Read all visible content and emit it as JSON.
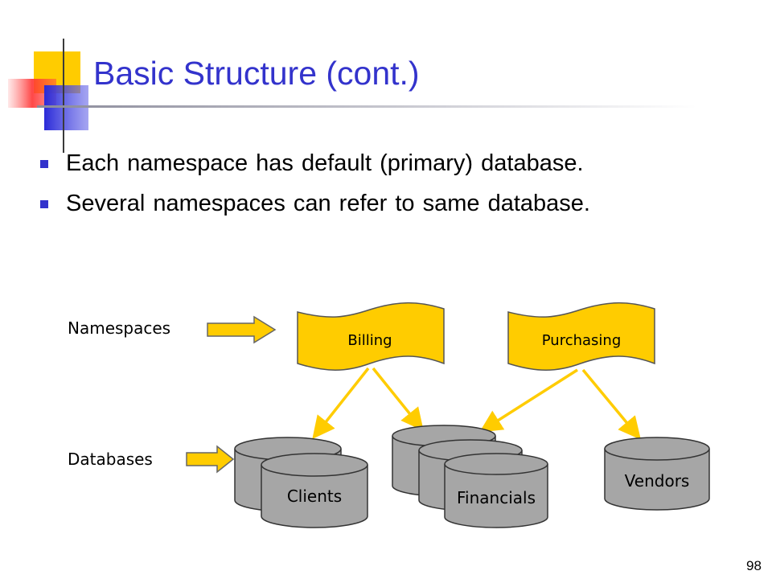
{
  "slide": {
    "title": "Basic Structure (cont.)",
    "bullets": [
      "Each namespace has default (primary) database.",
      "Several namespaces can refer to same database."
    ],
    "page_number": "98"
  },
  "diagram": {
    "row_labels": {
      "namespaces": "Namespaces",
      "databases": "Databases"
    },
    "namespaces": [
      {
        "id": "billing",
        "label": "Billing"
      },
      {
        "id": "purchasing",
        "label": "Purchasing"
      }
    ],
    "databases": [
      {
        "id": "clients",
        "label": "Clients"
      },
      {
        "id": "financials",
        "label": "Financials"
      },
      {
        "id": "vendors",
        "label": "Vendors"
      }
    ],
    "links": [
      {
        "from": "billing",
        "to": "clients"
      },
      {
        "from": "billing",
        "to": "financials"
      },
      {
        "from": "purchasing",
        "to": "financials"
      },
      {
        "from": "purchasing",
        "to": "vendors"
      }
    ],
    "colors": {
      "title": "#3333cc",
      "namespace_fill": "#ffcc00",
      "database_fill": "#a6a6a6",
      "arrow": "#ffcc00"
    }
  }
}
